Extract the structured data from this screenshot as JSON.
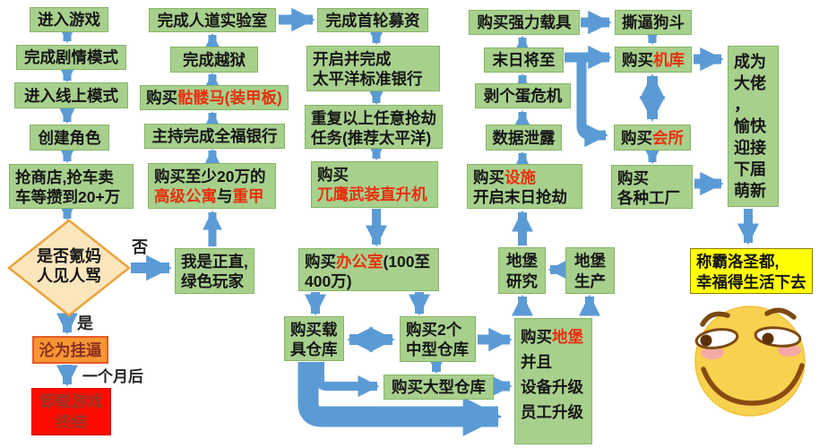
{
  "labels": {
    "no": "否",
    "yes": "是",
    "one_month": "一个月后"
  },
  "nodes": {
    "enter_game": {
      "text": "进入游戏"
    },
    "story_mode": {
      "text": "完成剧情模式"
    },
    "online_mode": {
      "text": "进入线上模式"
    },
    "create_character": {
      "text": "创建角色"
    },
    "rob_grind": {
      "text": "抢商店,抢车卖\n车等攒到20+万"
    },
    "decision_krypton": {
      "text": "是否氪妈\n人见人骂"
    },
    "hang_loser": {
      "text": "沦为挂逼"
    },
    "uninstall": {
      "text": "卸载游戏\n终结"
    },
    "honest_player": {
      "text": "我是正直,\n绿色玩家"
    },
    "humane_labs": {
      "text": "完成人道实验室"
    },
    "prison_break": {
      "text": "完成越狱"
    },
    "skeleton_horse": {
      "s1": "购买",
      "s2": "骷髅马(装甲板)"
    },
    "fleeca_bank": {
      "text": "主持完成全福银行"
    },
    "apartment": {
      "s1": "购买至少20万的\n",
      "s2": "高级公寓",
      "s3": "与",
      "s4": "重甲"
    },
    "first_funding": {
      "text": "完成首轮募资"
    },
    "pacific_bank": {
      "text": "开启并完成\n太平洋标准银行"
    },
    "repeat_heists": {
      "text": "重复以上任意抢劫\n任务(推荐太平洋)"
    },
    "buzzard": {
      "s1": "购买\n",
      "s2": "兀鹰武装直升机"
    },
    "office": {
      "s1": "购买",
      "s2": "办公室",
      "s3": "(100至\n400万)"
    },
    "vehicle_warehouse": {
      "text": "购买载\n具仓库"
    },
    "medium_warehouses": {
      "text": "购买2个\n中型仓库"
    },
    "large_warehouse": {
      "text": "购买大型仓库"
    },
    "bunker": {
      "s1": "购买",
      "s2": "地堡",
      "s3": "\n并且\n设备升级\n员工升级"
    },
    "bunker_research": {
      "text": "地堡\n研究"
    },
    "bunker_production": {
      "text": "地堡\n生产"
    },
    "facility": {
      "s1": "购买",
      "s2": "设施",
      "s3": "\n开启末日抢劫"
    },
    "data_breach": {
      "text": "数据泄露"
    },
    "bogdan_crisis": {
      "text": "剥个蛋危机"
    },
    "doomsday": {
      "text": "末日将至"
    },
    "powerful_vehicles": {
      "text": "购买强力载具"
    },
    "dogfight": {
      "text": "撕逼狗斗"
    },
    "hangar": {
      "s1": "购买",
      "s2": "机库"
    },
    "nightclub": {
      "s1": "购买",
      "s2": "会所"
    },
    "factories": {
      "text": "购买\n各种工厂"
    },
    "become_boss": {
      "text": "成为\n大佬\n，\n愉快\n迎接\n下届\n萌新"
    },
    "dominate": {
      "text": "称霸洛圣都,\n幸福得生活下去"
    }
  },
  "colors": {
    "box_green": "#a8d08d",
    "arrow_blue": "#5b9bd5",
    "highlight_red": "#e8300f",
    "diamond_fill": "#fbe5bb",
    "orange_box": "#f79633",
    "fail_red": "#fc0d00",
    "yellow_box": "#ffff00",
    "face_yellow": "#f8d14e"
  }
}
